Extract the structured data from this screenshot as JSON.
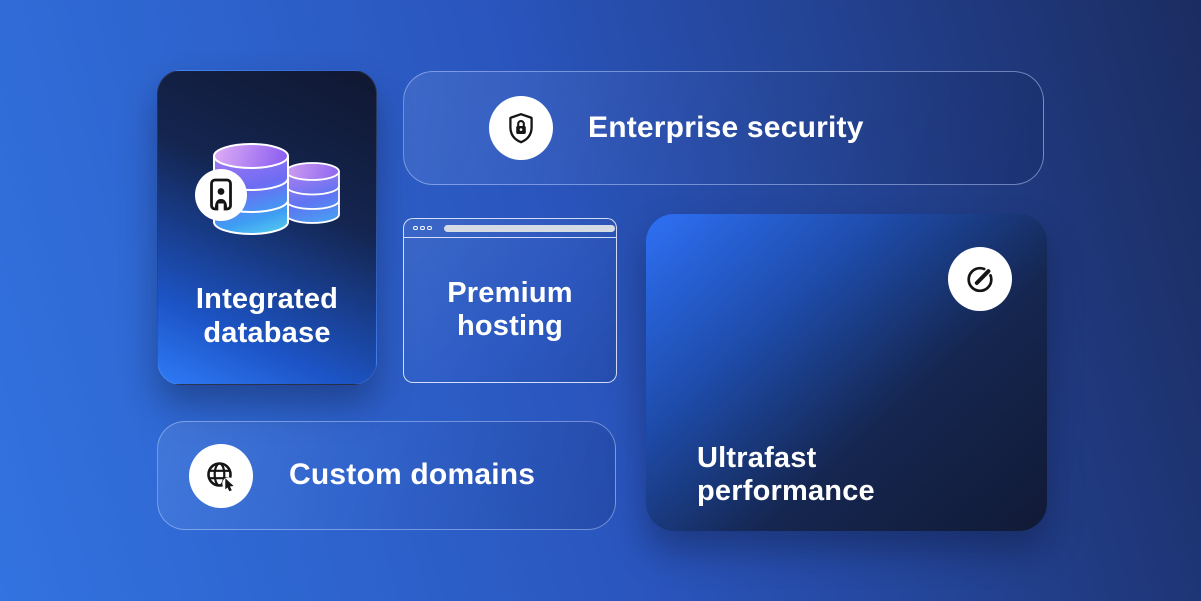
{
  "page": {
    "kind": "feature-highlights-grid"
  },
  "colors": {
    "background_bright": "#3273e0",
    "background_dark": "#1b2c60",
    "card_navy": "#111a36",
    "card_bright_blue": "#2e70f5",
    "text": "#ffffff",
    "icon_circle_bg": "#ffffff",
    "icon_glyph": "#151515",
    "address_bar": "#d5dbe5",
    "cylinder_purple": "#a678f2",
    "cylinder_cyan": "#52c7f0"
  },
  "cards": [
    {
      "id": "integrated-database",
      "title": "Integrated database",
      "icon": "contact-badge-icon",
      "illustration": "database-cylinders"
    },
    {
      "id": "enterprise-security",
      "title": "Enterprise security",
      "icon": "shield-lock-icon"
    },
    {
      "id": "premium-hosting",
      "title": "Premium hosting",
      "illustration": "browser-window",
      "browser_dot_count": 3
    },
    {
      "id": "ultrafast-performance",
      "title": "Ultrafast performance",
      "icon": "speedometer-icon"
    },
    {
      "id": "custom-domains",
      "title": "Custom domains",
      "icon": "globe-cursor-icon"
    }
  ]
}
